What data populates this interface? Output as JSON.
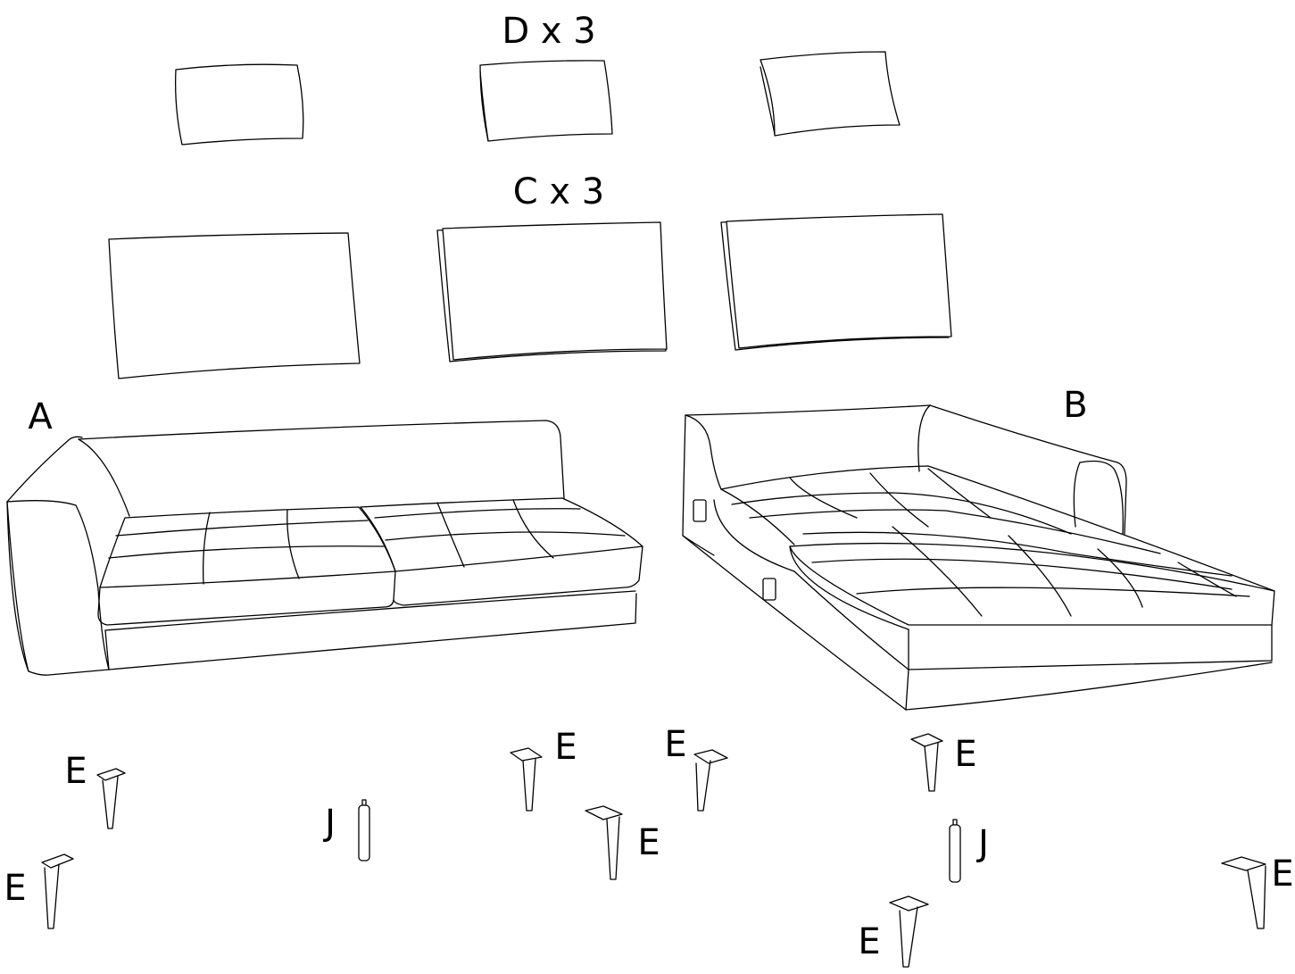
{
  "diagram": {
    "labels": {
      "pillows": "D x 3",
      "back_cushions": "C x 3",
      "sofa_left": "A",
      "sofa_chaise": "B",
      "leg": "E",
      "connector": "J"
    }
  },
  "colors": {
    "line": "#000000",
    "background": "#ffffff"
  },
  "icons": {
    "leg": "tapered-leg-icon",
    "connector": "cylinder-pin-icon"
  }
}
